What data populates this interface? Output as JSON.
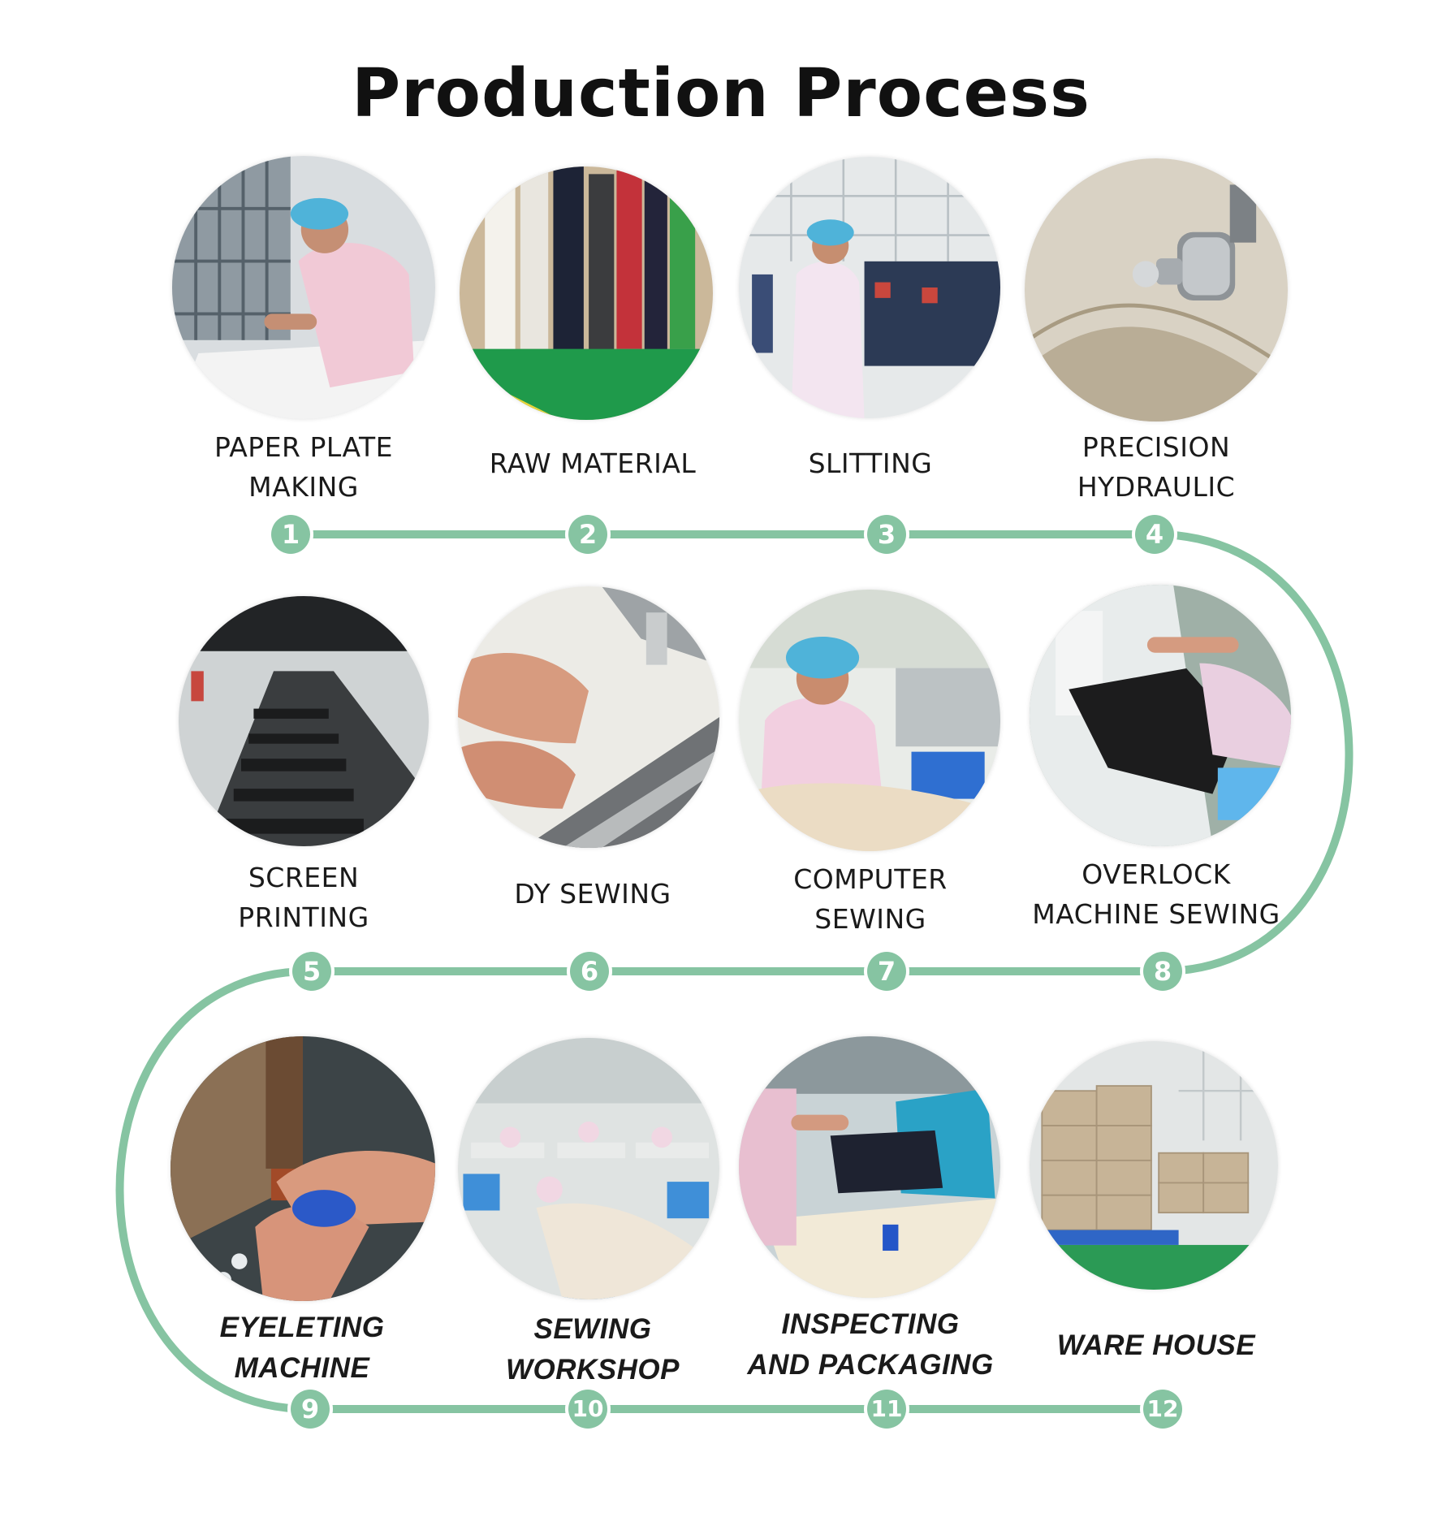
{
  "title": "Production Process",
  "colors": {
    "track": "#86c4a2",
    "node": "#86c4a2",
    "node_text": "#ffffff"
  },
  "steps": [
    {
      "number": "1",
      "lines": [
        "PAPER PLATE",
        "MAKING"
      ]
    },
    {
      "number": "2",
      "lines": [
        "RAW MATERIAL"
      ]
    },
    {
      "number": "3",
      "lines": [
        "SLITTING"
      ]
    },
    {
      "number": "4",
      "lines": [
        "PRECISION",
        "HYDRAULIC"
      ]
    },
    {
      "number": "5",
      "lines": [
        "SCREEN",
        "PRINTING"
      ]
    },
    {
      "number": "6",
      "lines": [
        "DY SEWING"
      ]
    },
    {
      "number": "7",
      "lines": [
        "COMPUTER",
        "SEWING"
      ]
    },
    {
      "number": "8",
      "lines": [
        "OVERLOCK",
        "MACHINE SEWING"
      ]
    },
    {
      "number": "9",
      "lines": [
        "EYELETING",
        "MACHINE"
      ]
    },
    {
      "number": "10",
      "lines": [
        "SEWING",
        "WORKSHOP"
      ]
    },
    {
      "number": "11",
      "lines": [
        "INSPECTING",
        "AND PACKAGING"
      ]
    },
    {
      "number": "12",
      "lines": [
        "WARE HOUSE"
      ]
    }
  ]
}
